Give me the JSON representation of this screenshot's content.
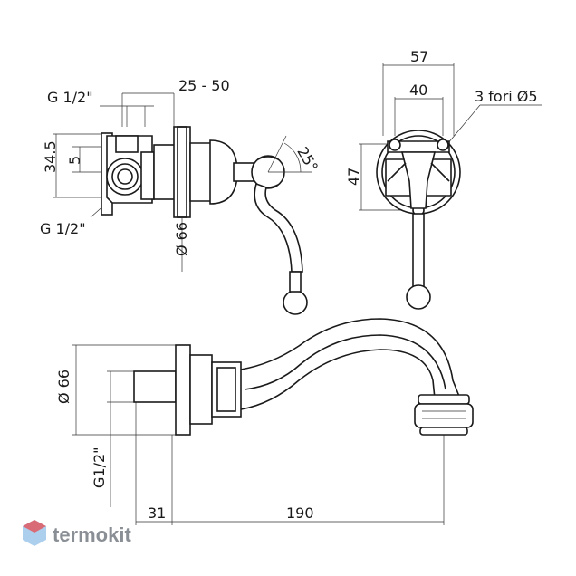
{
  "view_top_left": {
    "thread_top": "G 1/2\"",
    "thread_bottom": "G 1/2\"",
    "dim_34_5": "34.5",
    "dim_5": "5",
    "dim_25_50": "25 - 50",
    "angle": "25°",
    "diameter": "Ø 66"
  },
  "view_top_right": {
    "dim_57": "57",
    "dim_40": "40",
    "holes_note": "3 fori Ø5",
    "dim_47": "47"
  },
  "view_bottom": {
    "diameter": "Ø 66",
    "thread": "G1/2\"",
    "dim_31": "31",
    "dim_190": "190"
  },
  "brand": {
    "name": "termokit",
    "colors": {
      "logo_red": "#e8494e",
      "logo_blue": "#6aa7e0",
      "logo_text": "#8a8f96"
    }
  }
}
